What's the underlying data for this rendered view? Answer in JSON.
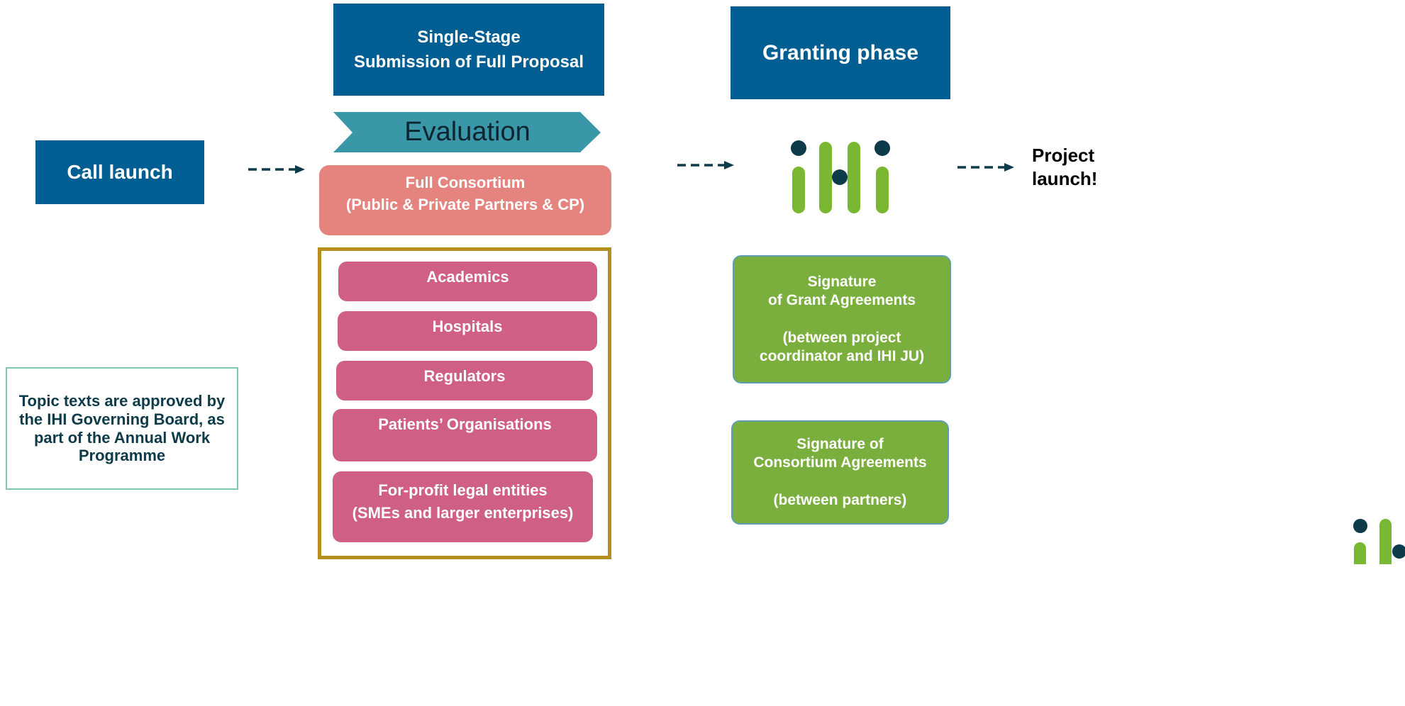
{
  "call_launch": "Call launch",
  "submission": "Single-Stage\nSubmission of Full Proposal",
  "evaluation": "Evaluation",
  "full_consortium": "Full Consortium\n(Public & Private Partners & CP)",
  "members": [
    "Academics",
    "Hospitals",
    "Regulators",
    "Patients’ Organisations",
    "For-profit legal entities\n(SMEs and larger enterprises)"
  ],
  "topic_note": "Topic texts are approved by the IHI Governing Board, as part of the Annual Work Programme",
  "granting_phase": "Granting phase",
  "grant_agreements": "Signature\nof Grant Agreements\n\n(between project coordinator and IHI JU)",
  "consortium_agreements": "Signature of\nConsortium Agreements\n\n(between partners)",
  "project_launch": "Project\nlaunch!",
  "colors": {
    "blue": "#005e93",
    "teal": "#3a97a8",
    "salmon": "#e5847e",
    "pink": "#d05f86",
    "green": "#7aaf3e",
    "gold": "#b58f1e",
    "dark": "#0d3b4a",
    "mint_border": "#7fc8a9"
  },
  "logo_icon": "ihi-logo-icon",
  "arrow_icon": "dashed-arrow-icon"
}
